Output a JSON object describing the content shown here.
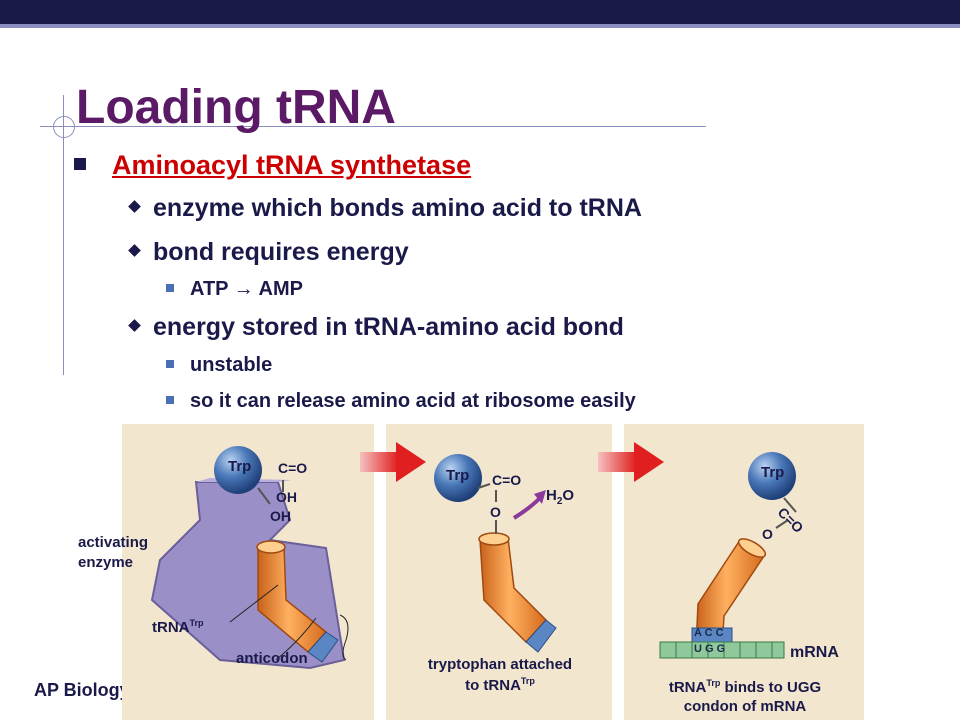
{
  "slide": {
    "title": "Loading tRNA",
    "footer": "AP Biology",
    "bullet1": "Aminoacyl tRNA synthetase",
    "sub1": "enzyme which bonds amino acid to tRNA",
    "sub2": "bond requires energy",
    "sub2a": "ATP → AMP",
    "sub3": "energy stored in tRNA-amino acid bond",
    "sub3a": "unstable",
    "sub3b": "so it can release amino acid at ribosome easily"
  },
  "figure": {
    "trp": "Trp",
    "co": "C=O",
    "oh": "OH",
    "o": "O",
    "h2o_h": "H",
    "h2o_2": "2",
    "h2o_o": "O",
    "activating_enzyme_1": "activating",
    "activating_enzyme_2": "enzyme",
    "trna": "tRNA",
    "trna_sup": "Trp",
    "anticodon": "anticodon",
    "caption2_1": "tryptophan attached",
    "caption2_2": "to tRNA",
    "caption3_1a": "tRNA",
    "caption3_1b": " binds to UGG",
    "caption3_2": "condon of mRNA",
    "mrna": "mRNA",
    "anticodon_bases": "A C C",
    "codon_bases": "U G G"
  },
  "colors": {
    "title": "#5a1a66",
    "bullet_red": "#cc0000",
    "text_navy": "#1a1a4a",
    "topbar": "#1a1a4a",
    "panel": "#f3e6cf",
    "enzyme": "#9b8fc8",
    "trna_orange": "#f08a24",
    "trp_ball": "#4a78b8",
    "arrow_red": "#e02020"
  }
}
